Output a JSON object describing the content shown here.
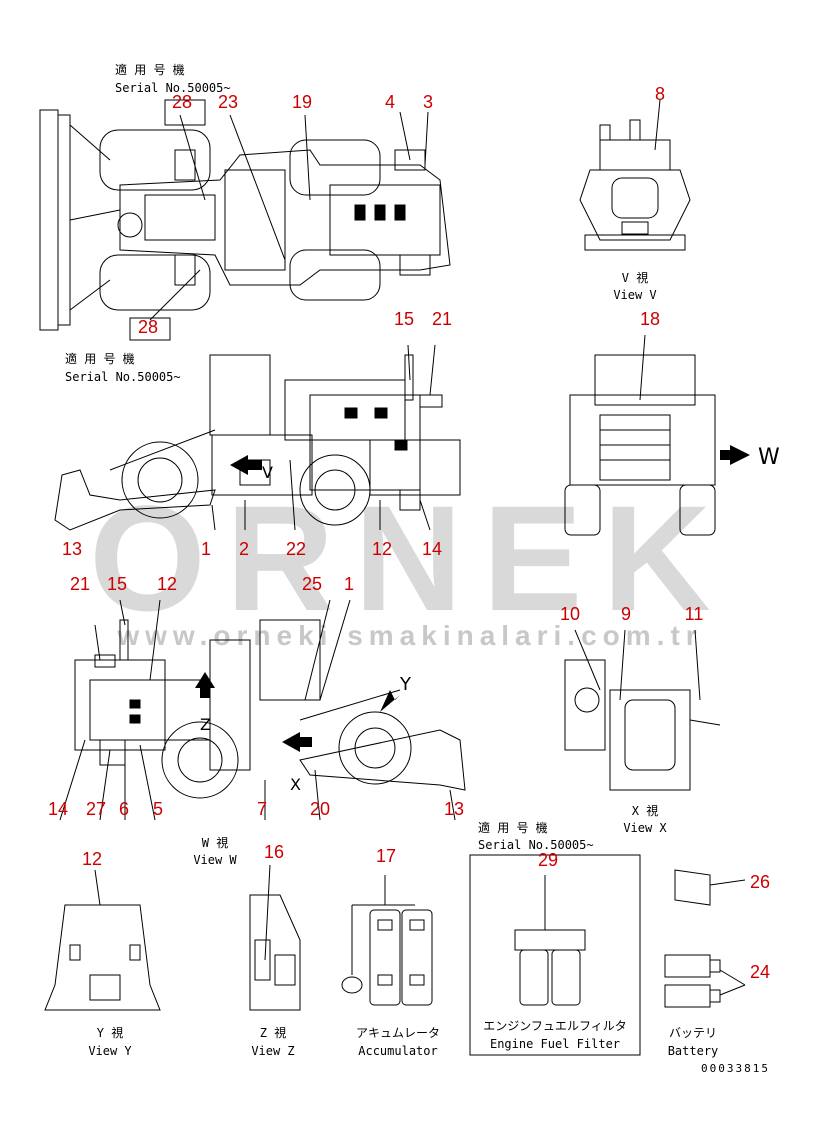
{
  "serial_labels": {
    "top": {
      "jp": "適 用 号 機",
      "en": "Serial No.50005~"
    },
    "middle": {
      "jp": "適 用 号 機",
      "en": "Serial No.50005~"
    },
    "filter": {
      "jp": "適 用 号 機",
      "en": "Serial No.50005~"
    }
  },
  "views": {
    "v": {
      "jp": "V 視",
      "en": "View V"
    },
    "w": {
      "jp": "W 視",
      "en": "View W"
    },
    "x": {
      "jp": "X 視",
      "en": "View X"
    },
    "y": {
      "jp": "Y 視",
      "en": "View Y"
    },
    "z": {
      "jp": "Z 視",
      "en": "View Z"
    },
    "accumulator": {
      "jp": "アキュムレータ",
      "en": "Accumulator"
    },
    "fuel_filter": {
      "jp": "エンジンフュエルフィルタ",
      "en": "Engine Fuel Filter"
    },
    "battery": {
      "jp": "バッテリ",
      "en": "Battery"
    }
  },
  "view_letters": {
    "w": "W",
    "v": "V",
    "y": "Y",
    "x": "X",
    "z": "Z"
  },
  "drawing_number": "00033815",
  "watermark": {
    "logo": "ORNEK",
    "url": "www.orneki smakinalari.com.tr"
  },
  "callouts": [
    {
      "id": "c28a",
      "text": "28"
    },
    {
      "id": "c23",
      "text": "23"
    },
    {
      "id": "c19",
      "text": "19"
    },
    {
      "id": "c4",
      "text": "4"
    },
    {
      "id": "c3",
      "text": "3"
    },
    {
      "id": "c8",
      "text": "8"
    },
    {
      "id": "c28b",
      "text": "28"
    },
    {
      "id": "c15a",
      "text": "15"
    },
    {
      "id": "c21a",
      "text": "21"
    },
    {
      "id": "c18",
      "text": "18"
    },
    {
      "id": "c13a",
      "text": "13"
    },
    {
      "id": "c1a",
      "text": "1"
    },
    {
      "id": "c2",
      "text": "2"
    },
    {
      "id": "c22",
      "text": "22"
    },
    {
      "id": "c12a",
      "text": "12"
    },
    {
      "id": "c14a",
      "text": "14"
    },
    {
      "id": "c21b",
      "text": "21"
    },
    {
      "id": "c15b",
      "text": "15"
    },
    {
      "id": "c12b",
      "text": "12"
    },
    {
      "id": "c25",
      "text": "25"
    },
    {
      "id": "c1b",
      "text": "1"
    },
    {
      "id": "c10",
      "text": "10"
    },
    {
      "id": "c9",
      "text": "9"
    },
    {
      "id": "c11",
      "text": "11"
    },
    {
      "id": "c14b",
      "text": "14"
    },
    {
      "id": "c27",
      "text": "27"
    },
    {
      "id": "c6",
      "text": "6"
    },
    {
      "id": "c5",
      "text": "5"
    },
    {
      "id": "c7",
      "text": "7"
    },
    {
      "id": "c20",
      "text": "20"
    },
    {
      "id": "c13b",
      "text": "13"
    },
    {
      "id": "c12c",
      "text": "12"
    },
    {
      "id": "c16",
      "text": "16"
    },
    {
      "id": "c17",
      "text": "17"
    },
    {
      "id": "c29",
      "text": "29"
    },
    {
      "id": "c26",
      "text": "26"
    },
    {
      "id": "c24",
      "text": "24"
    }
  ],
  "colors": {
    "line": "#000000",
    "callout": "#cc0000",
    "watermark": "#d9d9d9",
    "background": "#ffffff"
  }
}
